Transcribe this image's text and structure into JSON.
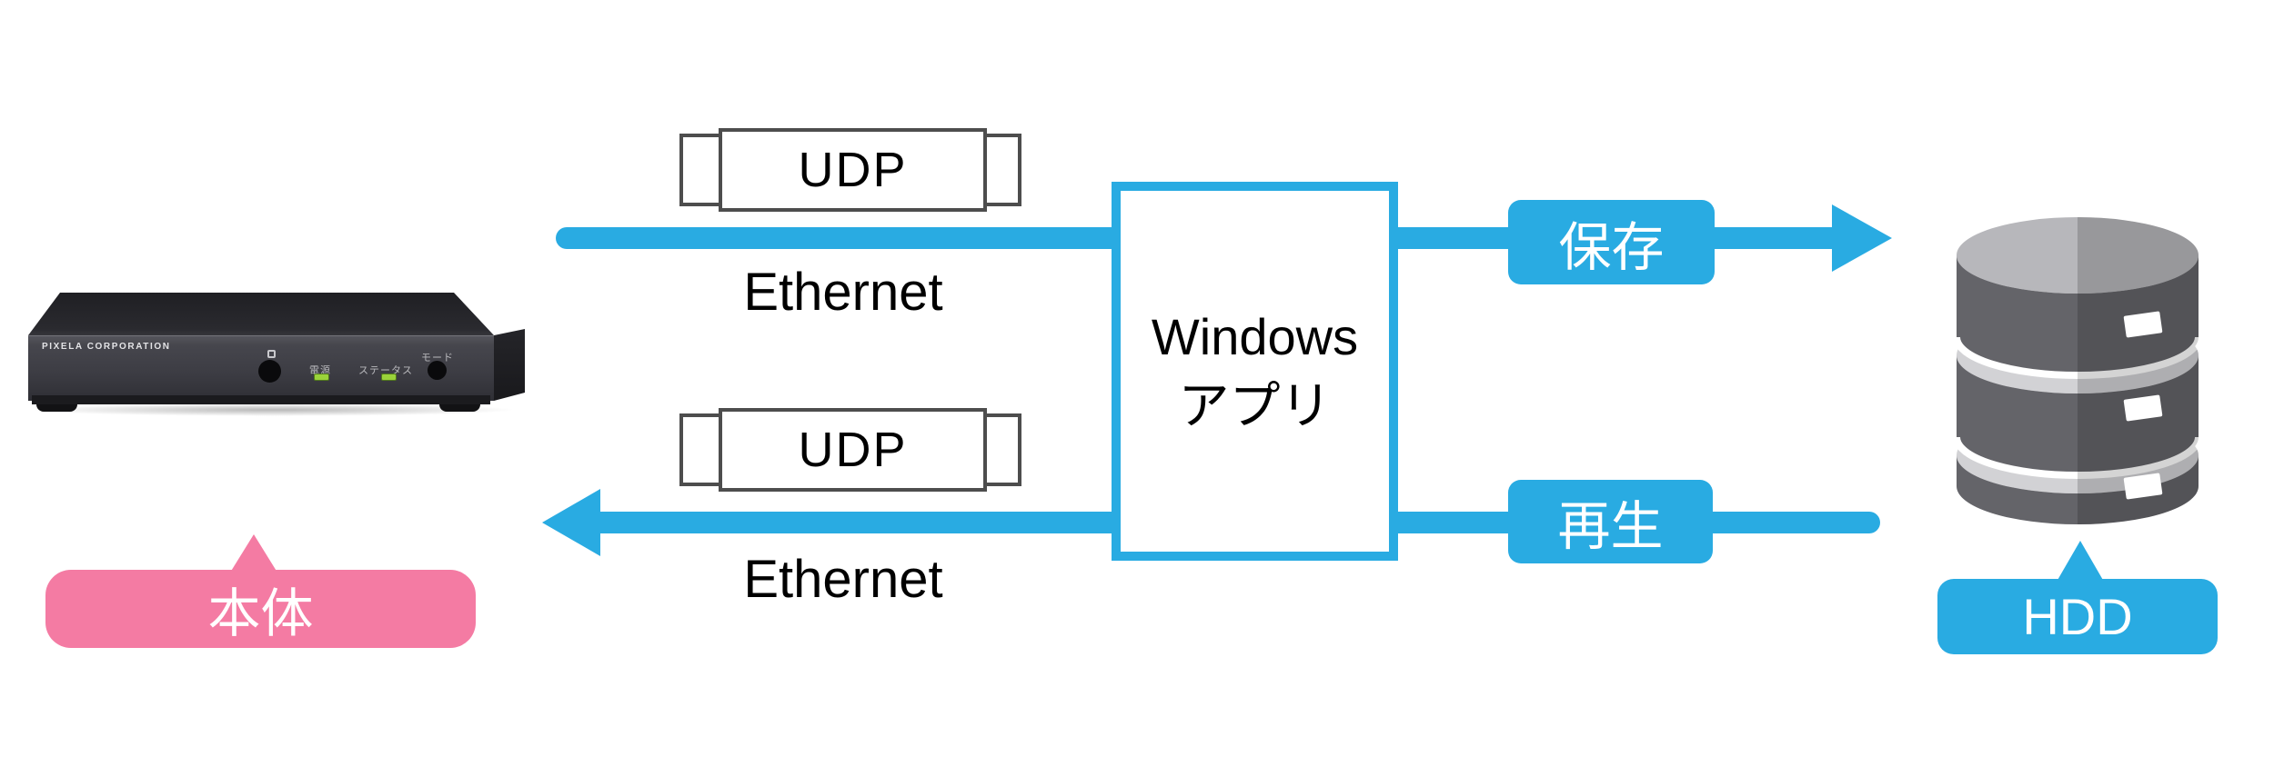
{
  "diagram": {
    "device": {
      "label": "本体",
      "brand": "PIXELA CORPORATION",
      "power_led_label": "電源",
      "status_led_label": "ステータス",
      "mode_button_label": "モード"
    },
    "top_flow": {
      "packet_label": "UDP",
      "transport_label": "Ethernet",
      "action_label": "保存"
    },
    "bottom_flow": {
      "packet_label": "UDP",
      "transport_label": "Ethernet",
      "action_label": "再生"
    },
    "app_box": {
      "line1": "Windows",
      "line2": "アプリ"
    },
    "storage": {
      "label": "HDD"
    }
  },
  "colors": {
    "accent_blue": "#29ABE2",
    "label_pink": "#F47BA3",
    "packet_border": "#4D4D4D",
    "led_green": "#9AD23A"
  }
}
